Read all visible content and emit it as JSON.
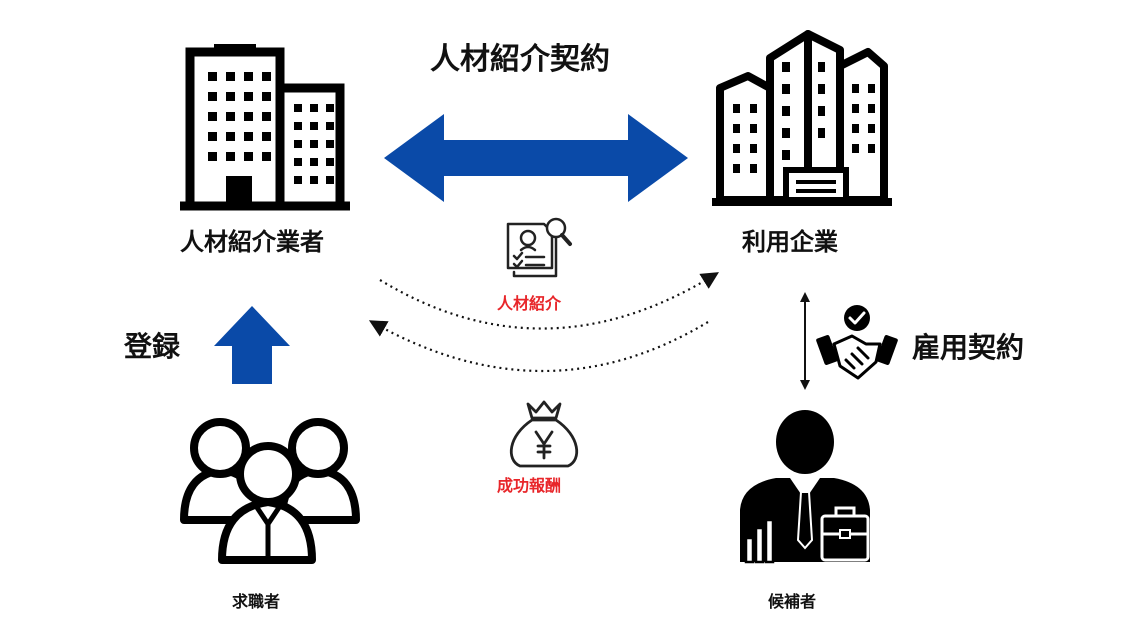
{
  "title": "人材紹介契約",
  "agency_label": "人材紹介業者",
  "company_label": "利用企業",
  "register_label": "登録",
  "employment_label": "雇用契約",
  "intro_label": "人材紹介",
  "fee_label": "成功報酬",
  "seekers_label": "求職者",
  "candidate_label": "候補者",
  "colors": {
    "arrow_blue": "#0a4aa8",
    "accent_red": "#e8262a",
    "icon_black": "#000000"
  },
  "icons": [
    "building-icon",
    "skyscraper-icon",
    "resume-search-icon",
    "money-bag-yen-icon",
    "handshake-check-icon",
    "people-group-icon",
    "businessman-icon"
  ]
}
